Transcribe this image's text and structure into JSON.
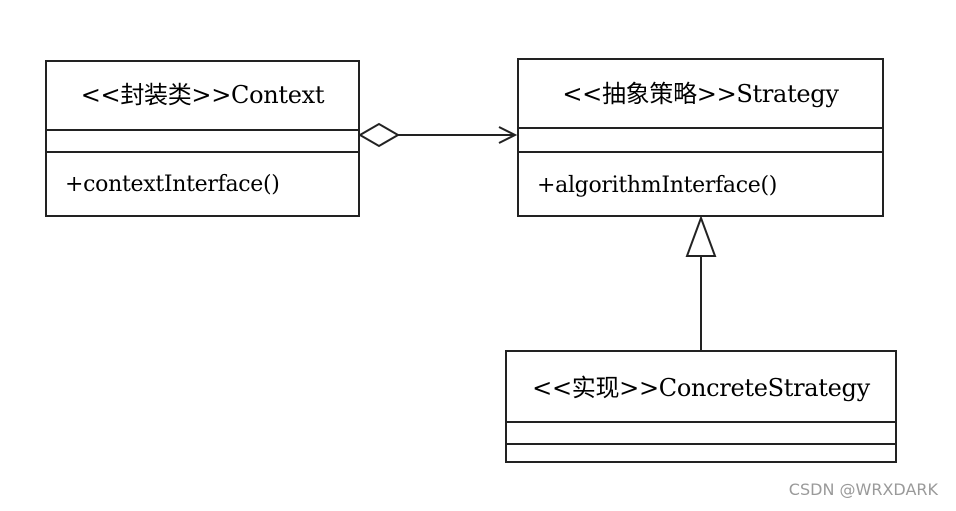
{
  "classes": {
    "context": {
      "name": "<<封装类>>Context",
      "operations": [
        "+contextInterface()"
      ]
    },
    "strategy": {
      "name": "<<抽象策略>>Strategy",
      "operations": [
        "+algorithmInterface()"
      ]
    },
    "concrete_strategy": {
      "name": "<<实现>>ConcreteStrategy",
      "operations": []
    }
  },
  "relationships": [
    {
      "from": "context",
      "to": "strategy",
      "type": "aggregation"
    },
    {
      "from": "concrete_strategy",
      "to": "strategy",
      "type": "generalization"
    }
  ],
  "watermark": "CSDN @WRXDARK"
}
